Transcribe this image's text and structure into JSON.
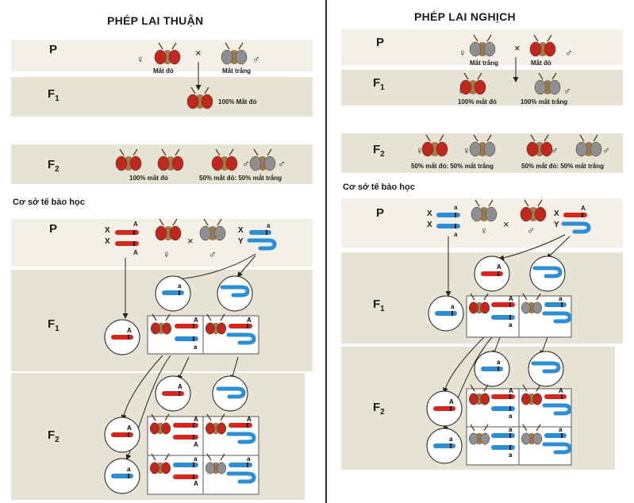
{
  "left": {
    "title": "PHÉP LAI THUẬN",
    "gen": {
      "p": "P",
      "f1": "F",
      "f2": "F",
      "n1": "1",
      "n2": "2"
    },
    "labels": {
      "p_female": "Mắt đỏ",
      "p_male": "Mắt trắng",
      "f1": "100% Mắt đỏ",
      "f2_female": "100% mắt đỏ",
      "f2_male": "50% mắt đỏ: 50% mắt trắng"
    },
    "subtitle": "Cơ sở tế bào học"
  },
  "right": {
    "title": "PHÉP LAI NGHỊCH",
    "gen": {
      "p": "P",
      "f1": "F",
      "f2": "F",
      "n1": "1",
      "n2": "2"
    },
    "labels": {
      "p_female": "Mắt trắng",
      "p_male": "Mắt đỏ",
      "f1_female": "100% mắt đỏ",
      "f1_male": "100% mắt trắng",
      "f2_female": "50% mắt đỏ: 50% mắt trắng",
      "f2_male": "50% mắt đỏ: 50% mắt trắng"
    },
    "subtitle": "Cơ sở tế bào học"
  },
  "symbols": {
    "female": "♀",
    "male": "♂",
    "cross": "×",
    "x_chrom": "X",
    "y_chrom": "Y",
    "allele_dominant": "A",
    "allele_recessive": "a"
  },
  "colors": {
    "red_eye": "#c0281e",
    "white_eye": "#8f8f8f",
    "chrom_red": "#d9261c",
    "chrom_blue": "#2c8fd6",
    "band_light": "#f3f0e7",
    "band_dark": "#e6e3d4"
  }
}
